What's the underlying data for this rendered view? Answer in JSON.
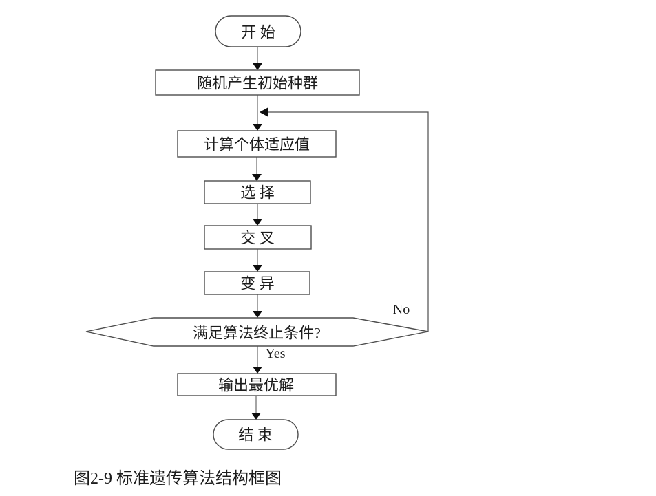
{
  "figure": {
    "caption": "图2-9 标准遗传算法结构框图",
    "nodes": {
      "start": "开 始",
      "init": "随机产生初始种群",
      "fitness": "计算个体适应值",
      "selection": "选 择",
      "crossover": "交 叉",
      "mutation": "变 异",
      "decision": "满足算法终止条件?",
      "output": "输出最优解",
      "end": "结 束"
    },
    "edge_labels": {
      "yes": "Yes",
      "no": "No"
    },
    "colors": {
      "background": "#ffffff",
      "border": "#4d4d4d",
      "connector": "#9a9a9a",
      "arrowhead": "#0d0d0d",
      "text": "#1c1c1c"
    }
  }
}
